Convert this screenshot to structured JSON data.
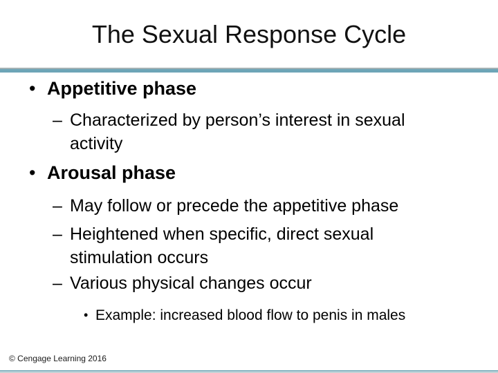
{
  "slide": {
    "title": "The Sexual Response Cycle",
    "bullets": [
      {
        "level": 1,
        "marker": "•",
        "text": "Appetitive phase"
      },
      {
        "level": 2,
        "marker": "–",
        "text": "Characterized by person’s interest in sexual activity"
      },
      {
        "level": 1,
        "marker": "•",
        "text": "Arousal phase"
      },
      {
        "level": 2,
        "marker": "–",
        "text": "May follow or precede the appetitive phase"
      },
      {
        "level": 2,
        "marker": "–",
        "text": "Heightened when specific, direct sexual stimulation occurs"
      },
      {
        "level": 2,
        "marker": "–",
        "text": "Various physical changes occur"
      },
      {
        "level": 3,
        "marker": "•",
        "text": "Example: increased blood flow to penis in males"
      }
    ],
    "footer": "© Cengage Learning 2016",
    "colors": {
      "background": "#ffffff",
      "text": "#000000",
      "accent_teal": "#6da5b7",
      "rule_top_edge": "#a4b2b4",
      "bottom_rule_teal": "#7aabba"
    }
  }
}
